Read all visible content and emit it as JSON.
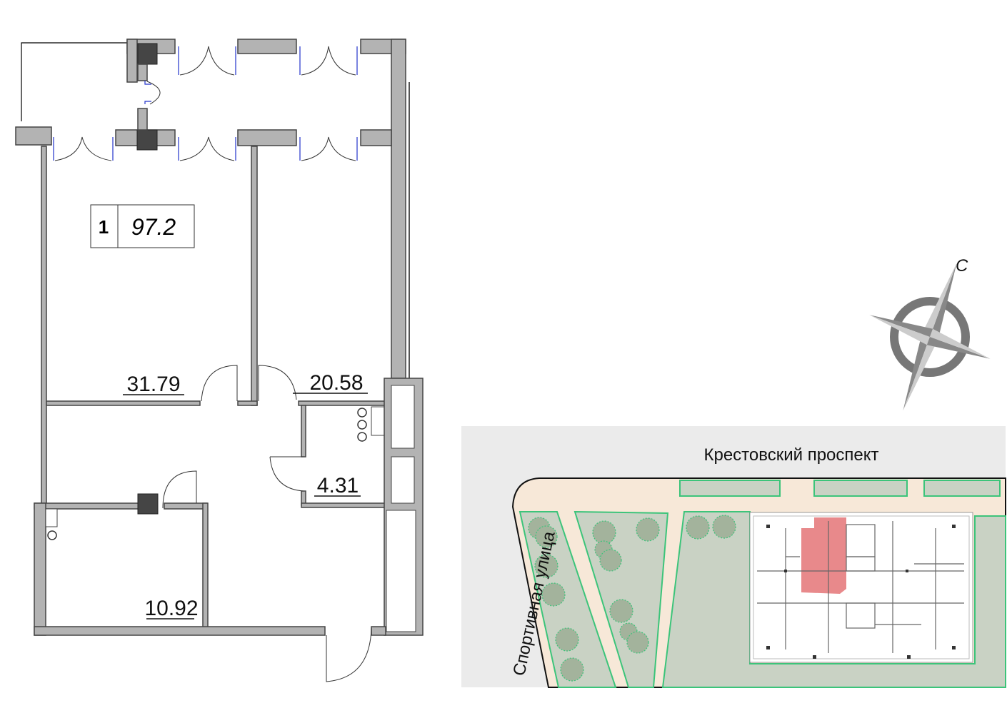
{
  "apartment": {
    "number": "1",
    "total_area": "97.2",
    "rooms": [
      {
        "name": "room-large",
        "area": "31.79"
      },
      {
        "name": "room-right",
        "area": "20.58"
      },
      {
        "name": "bathroom",
        "area": "4.31"
      },
      {
        "name": "room-small",
        "area": "10.92"
      }
    ]
  },
  "compass": {
    "north_label": "С"
  },
  "site_plan": {
    "street_top": "Крестовский проспект",
    "street_left": "Спортивная улица",
    "highlight_color": "#e8898b",
    "lawn_color": "#c9d2c4",
    "path_color": "#f7e8d8",
    "road_color": "#ebebeb"
  }
}
